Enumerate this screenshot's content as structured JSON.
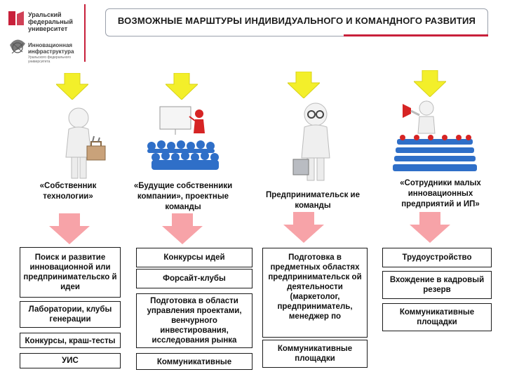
{
  "logo": {
    "line1": "Уральский",
    "line2": "федеральный",
    "line3": "университет",
    "sub1": "Инновационная",
    "sub2": "инфраструктура",
    "sub3": "Уральского федерального университета",
    "red_color": "#c8203a"
  },
  "title": "ВОЗМОЖНЫЕ МАРШТУРЫ ИНДИВИДУАЛЬНОГО И КОМАНДНОГО РАЗВИТИЯ",
  "colors": {
    "yellow_arrow": "#f3ef2a",
    "pink_arrow": "#f7a3a8",
    "accent_red": "#c8203a"
  },
  "columns": [
    {
      "heading": "«Собственник технологии»",
      "boxes": [
        "Поиск и развитие инновационной или предпринимательско й идеи",
        "Лаборатории, клубы генерации",
        "Конкурсы, краш-тесты",
        "УИС"
      ]
    },
    {
      "heading": "«Будущие собственники компании», проектные команды",
      "boxes": [
        "Конкурсы идей",
        "Форсайт-клубы",
        "Подготовка в области управления проектами, венчурного инвестирования, исследования рынка",
        "Коммуникативные площадки"
      ]
    },
    {
      "heading": "Предпринимательск ие команды",
      "boxes": [
        "Подготовка в предметных областях предпринимательск ой деятельности (маркетолог, предприниматель, менеджер по",
        "Коммуникативные площадки"
      ]
    },
    {
      "heading": "«Сотрудники малых инновационных предприятий и ИП»",
      "boxes": [
        "Трудоустройство",
        "Вхождение в кадровый резерв",
        "Коммуникативные площадки"
      ]
    }
  ]
}
